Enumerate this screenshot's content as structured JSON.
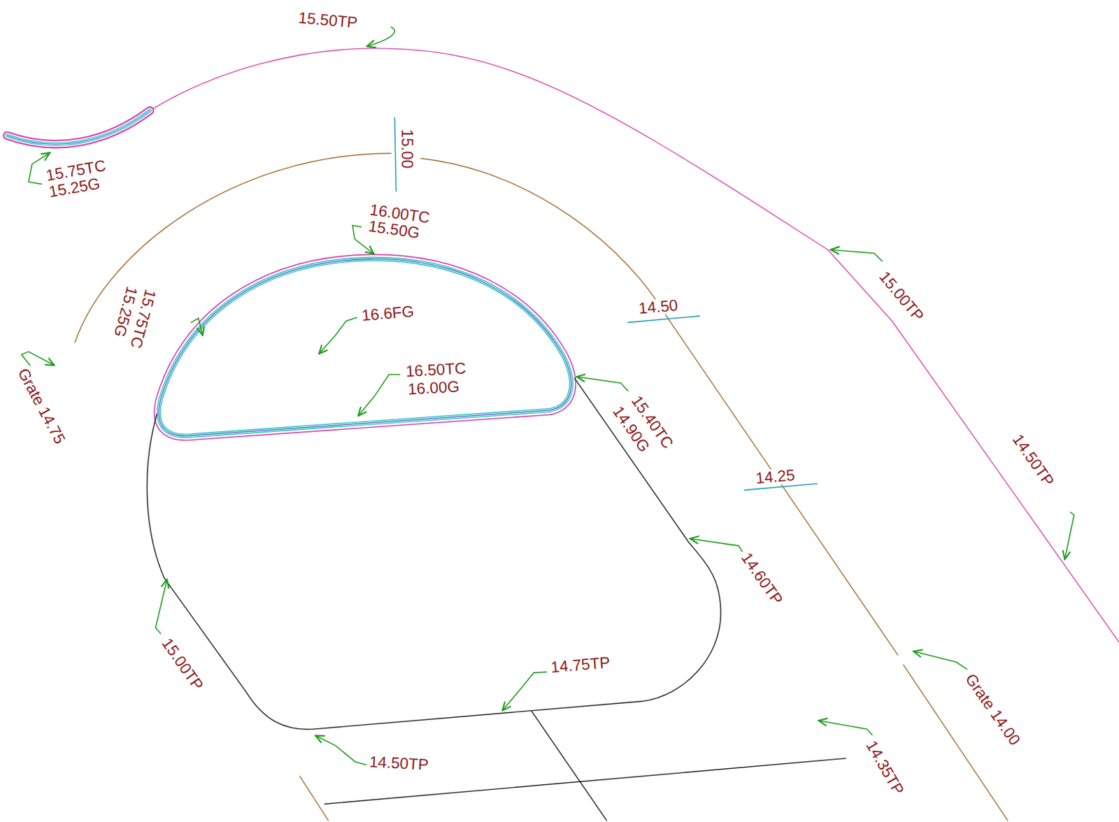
{
  "diagram": {
    "labels": [
      "15.50TP",
      "15.75TC",
      "15.25G",
      "15.00",
      "16.00TC",
      "15.50G",
      "15.00TP",
      "14.50",
      "16.6FG",
      "15.75TC",
      "15.25G",
      "Grate 14.75",
      "16.50TC",
      "16.00G",
      "15.40TC",
      "14.90G",
      "14.25",
      "14.50TP",
      "14.60TP",
      "15.00TP",
      "14.75TP",
      "14.50TP",
      "Grate 14.00",
      "14.35TP"
    ]
  }
}
